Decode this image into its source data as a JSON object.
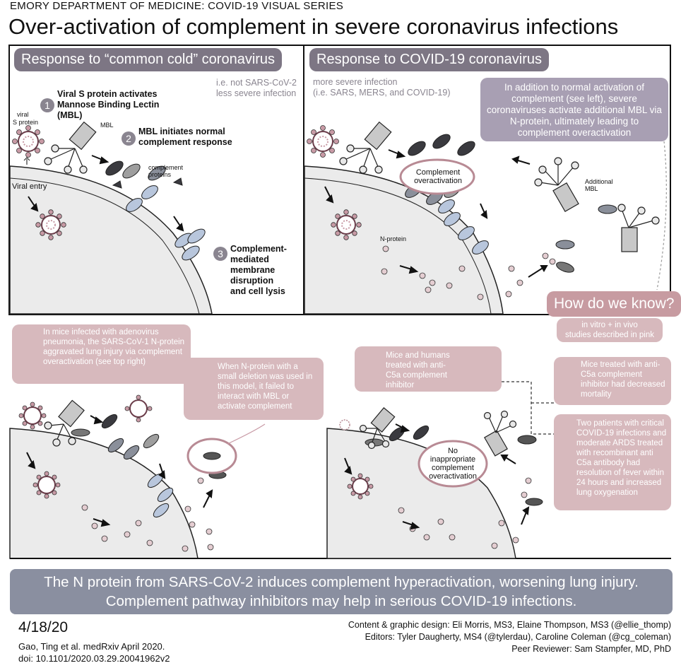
{
  "header": {
    "series": "EMORY DEPARTMENT OF MEDICINE: COVID-19 VISUAL SERIES",
    "title": "Over-activation of complement in severe coronavirus infections"
  },
  "left_panel": {
    "title": "Response to “common cold” coronavirus",
    "note": "i.e. not SARS-CoV-2\nless severe infection",
    "labels": {
      "viral": "viral",
      "s_protein": "S protein",
      "mbl": "MBL",
      "complement_proteins": "complement\nproteins",
      "viral_entry": "Viral entry"
    },
    "steps": [
      {
        "num": "1",
        "text": "Viral S protein activates\nMannose Binding Lectin\n(MBL)"
      },
      {
        "num": "2",
        "text": "MBL initiates normal\ncomplement response"
      },
      {
        "num": "3",
        "text": "Complement-\nmediated\nmembrane\ndisruption\nand cell lysis"
      }
    ]
  },
  "right_panel": {
    "title": "Response to COVID-19 coronavirus",
    "note": "more severe infection\n(i.e. SARS, MERS, and COVID-19)",
    "info": "In addition to normal activation of complement (see left), severe coronaviruses activate additional MBL via N-protein, ultimately leading to complement overactivation",
    "oval": "Complement\noveractivation",
    "additional_mbl": "Additional\nMBL",
    "n_protein": "N-protein"
  },
  "how_do_we_know": {
    "title": "How do we know?",
    "subtitle": "in vitro + in vivo\nstudies described in pink"
  },
  "mouse_panel": {
    "box1": "In mice infected with adenovirus pneumonia, the SARS-CoV-1 N-protein aggravated lung injury via complement overactivation (see top right)",
    "box2": "When N-protein with a small deletion was used in this model, it failed to interact with MBL or activate complement"
  },
  "inhibitor_panel": {
    "box1": "Mice and humans treated with anti-C5a complement inhibitor",
    "box2": "Mice treated with anti-C5a complement inhibitor had decreased mortality",
    "box3": "Two patients with critical COVID-19 infections and moderate ARDS treated with recombinant anti C5a antibody had resolution of fever within 24 hours and increased lung oxygenation",
    "oval": "No\ninappropriate\ncomplement\noveractivation"
  },
  "summary": {
    "line1": "The N protein from SARS-CoV-2 induces complement hyperactivation, worsening lung injury.",
    "line2": "Complement pathway inhibitors may help in serious COVID-19 infections."
  },
  "footer": {
    "date": "4/18/20",
    "ref1": "Gao, Ting et al. medRxiv April 2020.",
    "ref2": "doi: 10.1101/2020.03.29.20041962v2",
    "credit1": "Content & graphic design: Eli Morris, MS3, Elaine Thompson, MS3 (@ellie_thomp)",
    "credit2": "Editors: Tyler Daugherty, MS4 (@tylerdau), Caroline Coleman (@cg_coleman)",
    "credit3": "Peer Reviewer: Sam Stampfer, MD, PhD"
  },
  "colors": {
    "purple_gray": "#7d7684",
    "info_purple": "#a89fb3",
    "pink": "#d7b9bd",
    "pink_dark": "#c79ba1",
    "summary_bar": "#8a8fa0",
    "cell_fill": "#ebebeb",
    "complement_blue": "#b8c6dc",
    "complement_dark": "#3a3a3f"
  }
}
